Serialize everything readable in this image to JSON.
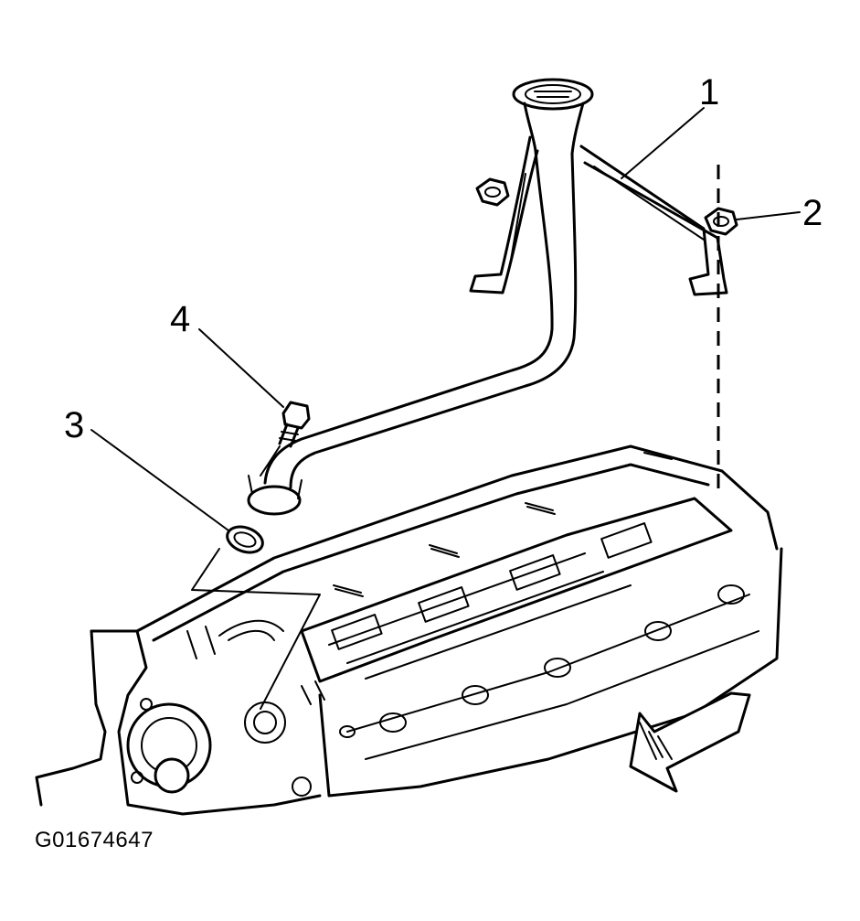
{
  "figure_id": "G01674647",
  "callouts": [
    {
      "id": "1",
      "label": "1"
    },
    {
      "id": "2",
      "label": "2"
    },
    {
      "id": "3",
      "label": "3"
    },
    {
      "id": "4",
      "label": "4"
    }
  ],
  "icons": [
    "direction-arrow-icon"
  ]
}
